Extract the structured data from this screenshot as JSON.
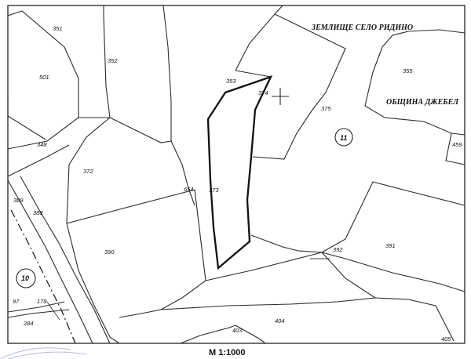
{
  "region_labels": {
    "village": "ЗЕМЛИЩЕ СЕЛО РИДИНО",
    "municipality": "ОБЩИНА ДЖЕБЕЛ"
  },
  "scale": "M 1:1000",
  "blocks": [
    "10",
    "11"
  ],
  "parcels": [
    "351",
    "501",
    "352",
    "348",
    "372",
    "389",
    "388",
    "390",
    "97",
    "178",
    "284",
    "353",
    "374",
    "373",
    "375",
    "355",
    "459",
    "391",
    "392",
    "403",
    "404",
    "405",
    "654"
  ]
}
